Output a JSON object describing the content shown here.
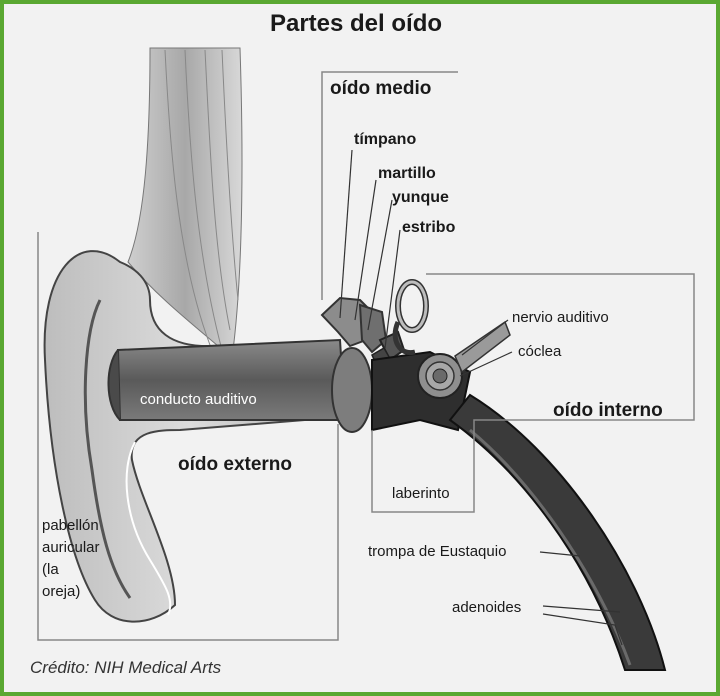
{
  "figure": {
    "title": "Partes del oído",
    "credit": "Crédito: NIH Medical Arts"
  },
  "labels": {
    "oido_medio": "oído medio",
    "timpano": "tímpano",
    "martillo": "martillo",
    "yunque": "yunque",
    "estribo": "estribo",
    "nervio_auditivo": "nervio auditivo",
    "coclea": "cóclea",
    "oido_interno": "oído interno",
    "conducto_auditivo": "conducto auditivo",
    "oido_externo": "oído externo",
    "laberinto": "laberinto",
    "pabellon": [
      "pabellón",
      "auricular",
      "(la",
      "oreja)"
    ],
    "trompa": "trompa de Eustaquio",
    "adenoides": "adenoides"
  },
  "colors": {
    "frame_border": "#5aa832",
    "background": "#f2f2f2"
  }
}
